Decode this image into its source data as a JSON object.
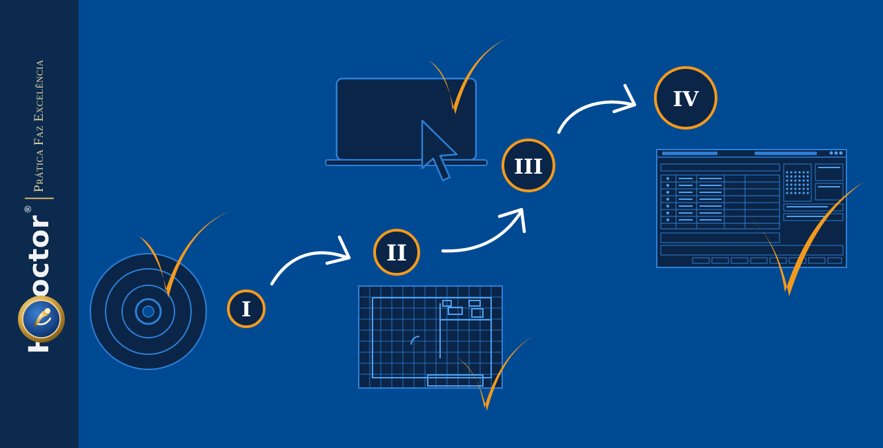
{
  "brand": {
    "name": "HiDoctor",
    "registered_mark": "®",
    "slogan": "Prática Faz Excelência",
    "badge_icon": "hidoctor-badge-icon"
  },
  "steps": [
    {
      "label": "I",
      "illustration": "disc-icon"
    },
    {
      "label": "II",
      "illustration": "floor-plan-icon"
    },
    {
      "label": "III",
      "illustration": "laptop-cursor-icon"
    },
    {
      "label": "IV",
      "illustration": "software-window-icon"
    }
  ],
  "colors": {
    "background": "#004a93",
    "sidebar": "#0b2a4e",
    "accent": "#f39a1e",
    "line": "#2d7fd6",
    "dark_fill": "#0a2547"
  }
}
